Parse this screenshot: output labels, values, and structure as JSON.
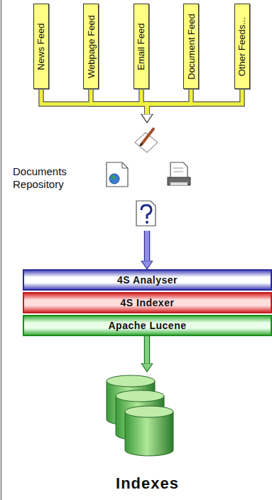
{
  "diagram": {
    "nodes": [
      {
        "text": [
          "News Feed"
        ]
      },
      {
        "text": [
          "Webpage Feed"
        ]
      },
      {
        "text": [
          "Email Feed"
        ]
      },
      {
        "text": [
          "Document Feed"
        ]
      },
      {
        "text": [
          "Other Feeds..."
        ]
      },
      {
        "text": [
          "Documents Repository"
        ]
      },
      {
        "text": [
          "4S Analyser"
        ]
      },
      {
        "text": [
          "4S Indexer"
        ]
      },
      {
        "text": [
          "Apache Lucene"
        ]
      },
      {
        "text": [
          "Indexes"
        ]
      }
    ],
    "edges": [
      {
        "from": 0,
        "to": 5,
        "arrow": "to"
      },
      {
        "from": 1,
        "to": 5,
        "arrow": "to"
      },
      {
        "from": 2,
        "to": 5,
        "arrow": "to"
      },
      {
        "from": 3,
        "to": 5,
        "arrow": "to"
      },
      {
        "from": 4,
        "to": 5,
        "arrow": "to"
      },
      {
        "from": 5,
        "to": 6,
        "arrow": "to"
      },
      {
        "from": 8,
        "to": 9,
        "arrow": "to"
      }
    ]
  }
}
